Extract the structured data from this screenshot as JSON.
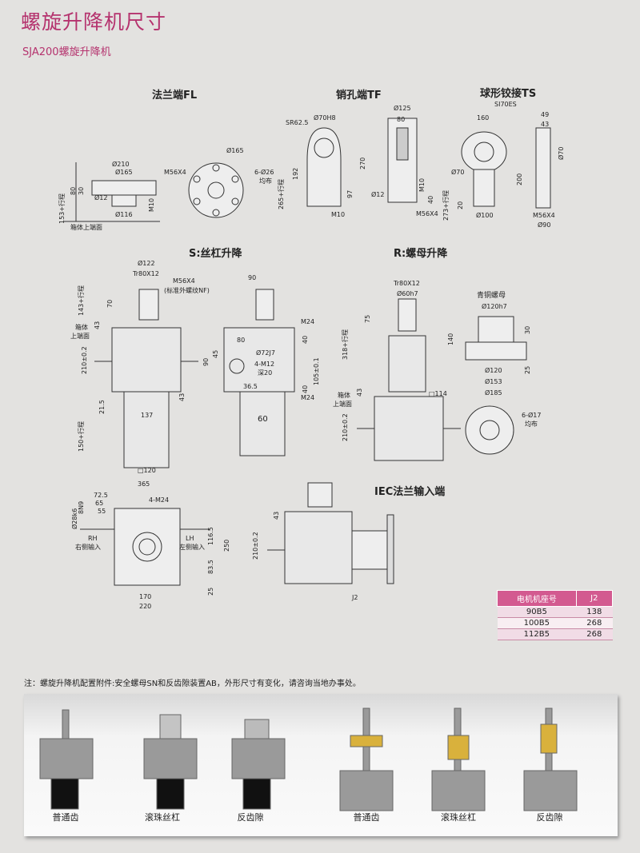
{
  "title": "螺旋升降机尺寸",
  "subtitle": "SJA200螺旋升降机",
  "sections": {
    "fl": "法兰端FL",
    "tf": "销孔端TF",
    "ts": "球形铰接TS",
    "ts_sub": "SI70ES",
    "s": "S:丝杠升降",
    "r": "R:螺母升降",
    "bronze": "青铜螺母",
    "iec": "IEC法兰输入端"
  },
  "dims": {
    "fl": [
      "Ø210",
      "Ø165",
      "Ø12",
      "Ø116",
      "M10",
      "30",
      "80",
      "153+行程",
      "箱体上端面",
      "Ø165",
      "M56X4",
      "6-Ø26",
      "均布"
    ],
    "tf": [
      "SR62.5",
      "Ø70H8",
      "192",
      "270",
      "97",
      "265+行程",
      "M10",
      "Ø125",
      "80",
      "Ø12",
      "M10",
      "M56X4",
      "40"
    ],
    "ts": [
      "160",
      "Ø70",
      "273+行程",
      "200",
      "20",
      "Ø100",
      "49",
      "43",
      "Ø70",
      "M56X4",
      "Ø90"
    ],
    "s": [
      "Ø122",
      "Tr80X12",
      "M56X4",
      "(标准外螺纹NF)",
      "143+行程",
      "70",
      "43",
      "箱体",
      "上端面",
      "210±0.2",
      "21.5",
      "137",
      "43",
      "150+行程",
      "□120"
    ],
    "s_side": [
      "90",
      "M24",
      "80",
      "Ø72J7",
      "40",
      "45",
      "90",
      "4-M12",
      "深20",
      "105±0.1",
      "36.5",
      "40",
      "M24",
      "60"
    ],
    "r": [
      "Tr80X12",
      "Ø60h7",
      "75",
      "318+行程",
      "43",
      "箱体",
      "上端面",
      "□114",
      "210±0.2",
      "6-Ø17",
      "均布"
    ],
    "bronze": [
      "Ø120h7",
      "140",
      "30",
      "25",
      "Ø120",
      "Ø153",
      "Ø185"
    ],
    "plan": [
      "365",
      "72.5",
      "65",
      "55",
      "4-M24",
      "Ø28k6",
      "8N9",
      "RH",
      "右侧输入",
      "LH",
      "左侧输入",
      "116.5",
      "250",
      "83.5",
      "25",
      "170",
      "220"
    ],
    "iec": [
      "43",
      "210±0.2",
      "J2"
    ]
  },
  "motor_table": {
    "headers": [
      "电机机座号",
      "J2"
    ],
    "rows": [
      [
        "90B5",
        "138"
      ],
      [
        "100B5",
        "268"
      ],
      [
        "112B5",
        "268"
      ]
    ]
  },
  "note": "注：螺旋升降机配置附件:安全螺母SN和反齿隙装置AB，外形尺寸有变化，请咨询当地办事处。",
  "photo_captions": [
    "普通齿",
    "滚珠丝杠",
    "反齿隙",
    "普通齿",
    "滚珠丝杠",
    "反齿隙"
  ]
}
